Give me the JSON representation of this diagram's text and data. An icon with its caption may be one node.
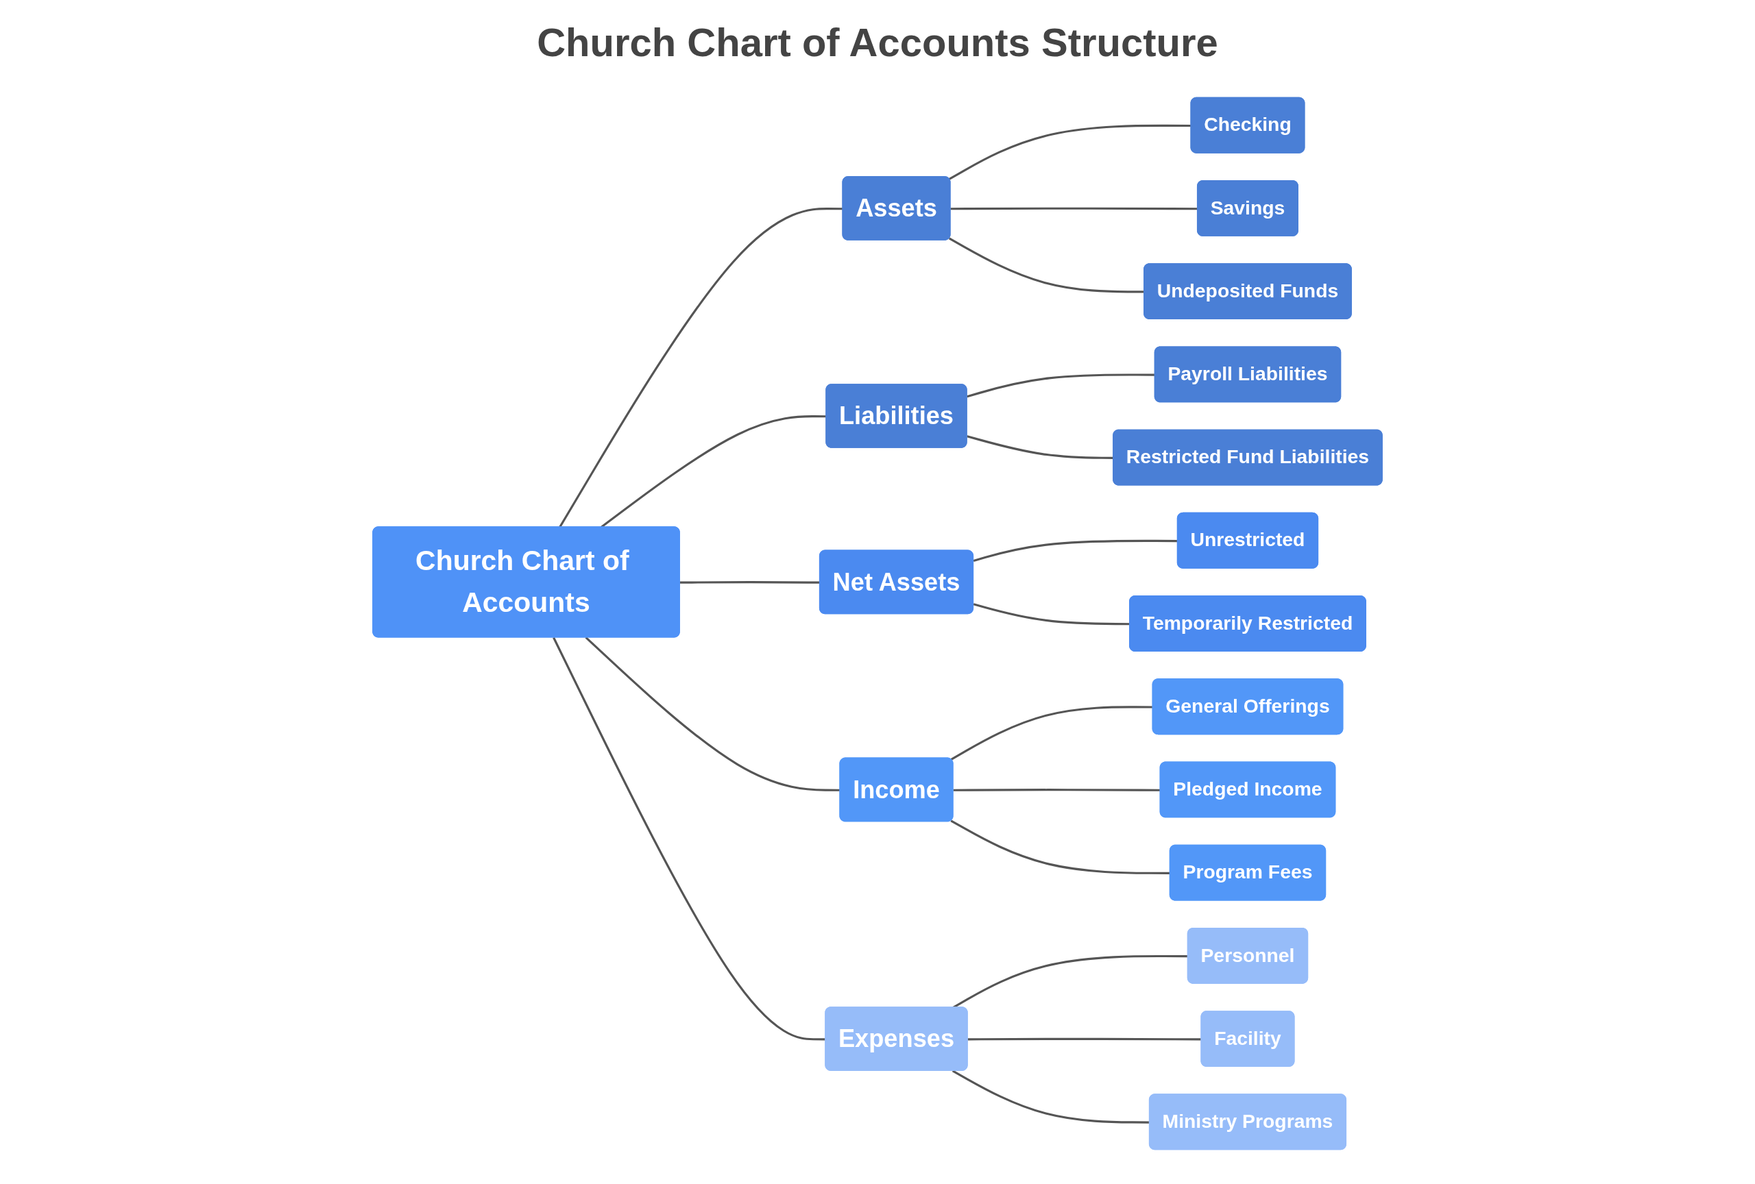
{
  "diagram": {
    "title": "Church Chart of Accounts Structure",
    "nodes": [
      {
        "text": [
          "Church Chart of Accounts"
        ]
      },
      {
        "text": [
          "Assets"
        ]
      },
      {
        "text": [
          "Checking"
        ]
      },
      {
        "text": [
          "Savings"
        ]
      },
      {
        "text": [
          "Undeposited Funds"
        ]
      },
      {
        "text": [
          "Liabilities"
        ]
      },
      {
        "text": [
          "Payroll Liabilities"
        ]
      },
      {
        "text": [
          "Restricted Fund Liabilities"
        ]
      },
      {
        "text": [
          "Net Assets"
        ]
      },
      {
        "text": [
          "Unrestricted"
        ]
      },
      {
        "text": [
          "Temporarily Restricted"
        ]
      },
      {
        "text": [
          "Income"
        ]
      },
      {
        "text": [
          "General Offerings"
        ]
      },
      {
        "text": [
          "Pledged Income"
        ]
      },
      {
        "text": [
          "Program Fees"
        ]
      },
      {
        "text": [
          "Expenses"
        ]
      },
      {
        "text": [
          "Personnel"
        ]
      },
      {
        "text": [
          "Facility"
        ]
      },
      {
        "text": [
          "Ministry Programs"
        ]
      }
    ],
    "edges": [
      {
        "from": 0,
        "to": 1,
        "arrow": "none"
      },
      {
        "from": 0,
        "to": 5,
        "arrow": "none"
      },
      {
        "from": 0,
        "to": 8,
        "arrow": "none"
      },
      {
        "from": 0,
        "to": 11,
        "arrow": "none"
      },
      {
        "from": 0,
        "to": 15,
        "arrow": "none"
      },
      {
        "from": 1,
        "to": 2,
        "arrow": "none"
      },
      {
        "from": 1,
        "to": 3,
        "arrow": "none"
      },
      {
        "from": 1,
        "to": 4,
        "arrow": "none"
      },
      {
        "from": 5,
        "to": 6,
        "arrow": "none"
      },
      {
        "from": 5,
        "to": 7,
        "arrow": "none"
      },
      {
        "from": 8,
        "to": 9,
        "arrow": "none"
      },
      {
        "from": 8,
        "to": 10,
        "arrow": "none"
      },
      {
        "from": 11,
        "to": 12,
        "arrow": "none"
      },
      {
        "from": 11,
        "to": 13,
        "arrow": "none"
      },
      {
        "from": 11,
        "to": 14,
        "arrow": "none"
      },
      {
        "from": 15,
        "to": 16,
        "arrow": "none"
      },
      {
        "from": 15,
        "to": 17,
        "arrow": "none"
      },
      {
        "from": 15,
        "to": 18,
        "arrow": "none"
      }
    ]
  }
}
